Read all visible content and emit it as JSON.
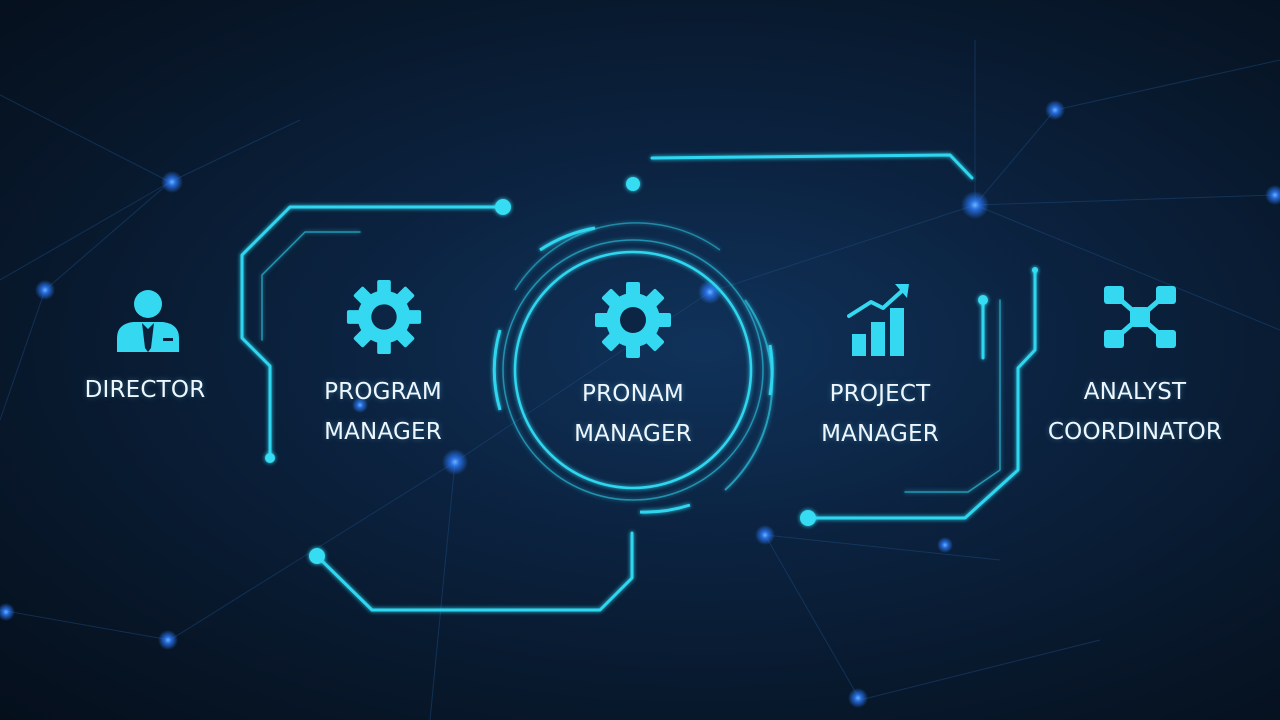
{
  "colors": {
    "accent": "#2fd6f0",
    "glow": "#2b7cff",
    "text": "#eef7ff",
    "background": "#081729"
  },
  "nodes": [
    {
      "icon": "person-icon",
      "lines": [
        "DIRECTOR"
      ]
    },
    {
      "icon": "gear-icon",
      "lines": [
        "PROGRAM",
        "MANAGER"
      ]
    },
    {
      "icon": "gear-icon",
      "lines": [
        "PRONAM",
        "MANAGER"
      ]
    },
    {
      "icon": "bar-chart-growth-icon",
      "lines": [
        "PROJECT",
        "MANAGER"
      ]
    },
    {
      "icon": "network-nodes-icon",
      "lines": [
        "ANALYST",
        "COORDINATOR"
      ]
    }
  ]
}
